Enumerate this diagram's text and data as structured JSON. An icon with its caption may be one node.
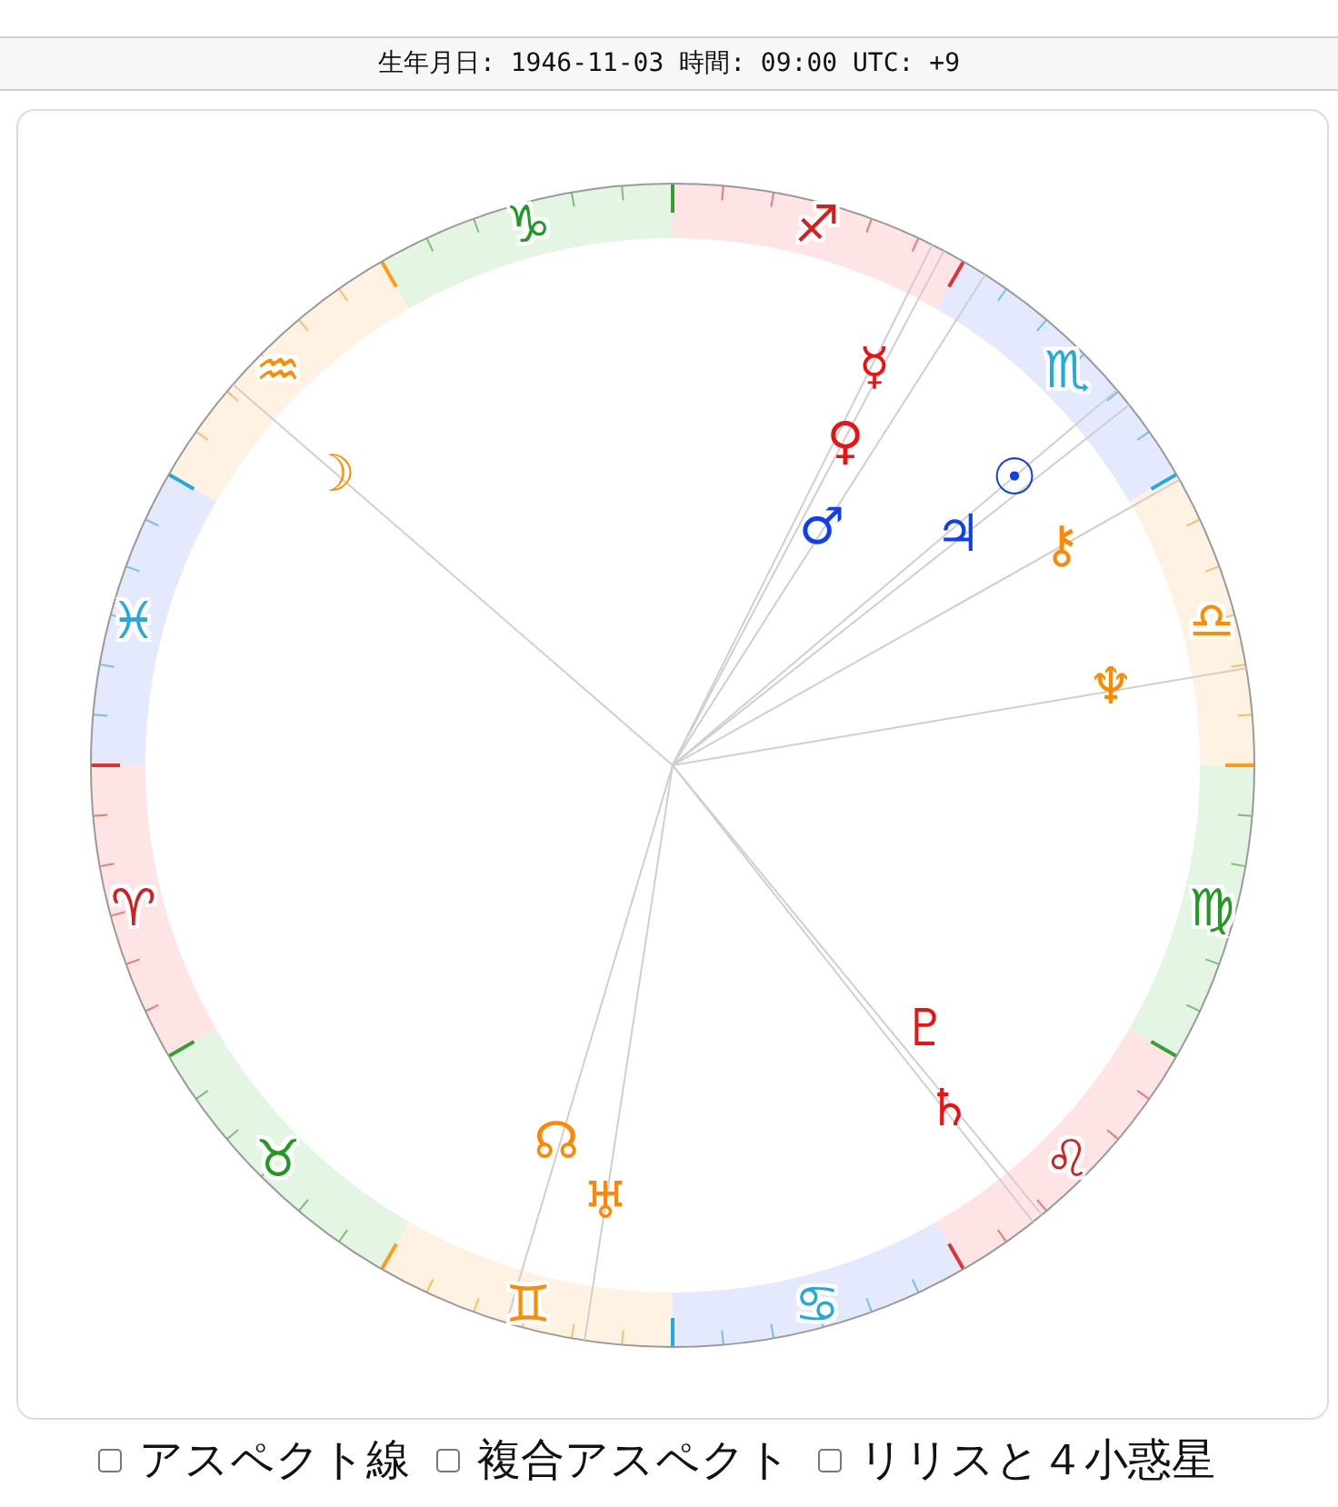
{
  "diagram": {
    "labels": [
      "生年月日: 1946-11-03 時間: 09:00 UTC: +9",
      "♈",
      "♉",
      "♊",
      "♋",
      "♌",
      "♍",
      "♎",
      "♏",
      "♐",
      "♑",
      "♒",
      "♓",
      "☉",
      "☽",
      "☿",
      "♀",
      "♂",
      "♃",
      "♄",
      "♅",
      "♆",
      "♇",
      "☊",
      "⚷",
      "アスペクト線",
      "複合アスペクト",
      "リリスと４小惑星"
    ]
  }
}
